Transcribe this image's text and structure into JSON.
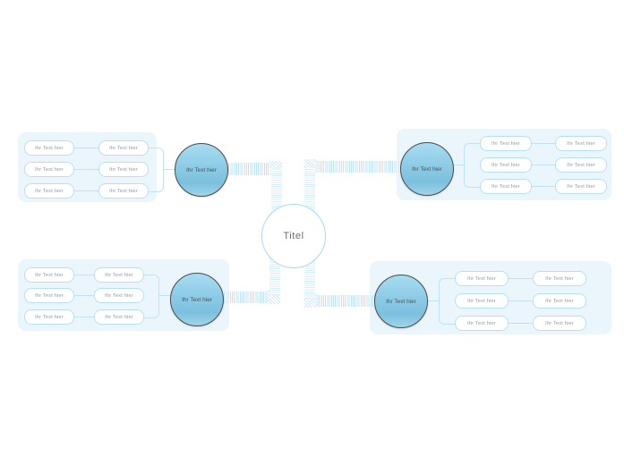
{
  "diagram": {
    "type": "mind-map",
    "center": {
      "label": "Titel"
    },
    "colors": {
      "panel_background": "#eaf6fc",
      "canvas_background": "#ffffff",
      "connector": "#bfe3f4",
      "node_border": "#4a4a4a",
      "node_fill_top": "#a8dcf0",
      "node_fill_bottom": "#9fd4ea",
      "pill_border": "#b7e0f2",
      "pill_text": "#8d9aa3",
      "center_text": "#6d6d6d"
    },
    "branches": [
      {
        "id": "top-left",
        "label": "Ihr Text hier",
        "rows": [
          {
            "outer": "Ihr Text hier",
            "inner": "Ihr Text hier"
          },
          {
            "outer": "Ihr Text hier",
            "inner": "Ihr Text hier"
          },
          {
            "outer": "Ihr Text hier",
            "inner": "Ihr Text hier"
          }
        ]
      },
      {
        "id": "top-right",
        "label": "Ihr Text hier",
        "rows": [
          {
            "inner": "Ihr Text hier",
            "outer": "Ihr Text hier"
          },
          {
            "inner": "Ihr Text hier",
            "outer": "Ihr Text hier"
          },
          {
            "inner": "Ihr Text hier",
            "outer": "Ihr Text hier"
          }
        ]
      },
      {
        "id": "bottom-left",
        "label": "Ihr Text hier",
        "rows": [
          {
            "outer": "Ihr Text hier",
            "inner": "Ihr Text hier"
          },
          {
            "outer": "Ihr Text hier",
            "inner": "Ihr Text hier"
          },
          {
            "outer": "Ihr Text hier",
            "inner": "Ihr Text hier"
          }
        ]
      },
      {
        "id": "bottom-right",
        "label": "Ihr Text hier",
        "rows": [
          {
            "inner": "Ihr Text hier",
            "outer": "Ihr Text hier"
          },
          {
            "inner": "Ihr Text hier",
            "outer": "Ihr Text hier"
          },
          {
            "inner": "Ihr Text hier",
            "outer": "Ihr Text hier"
          }
        ]
      }
    ]
  }
}
